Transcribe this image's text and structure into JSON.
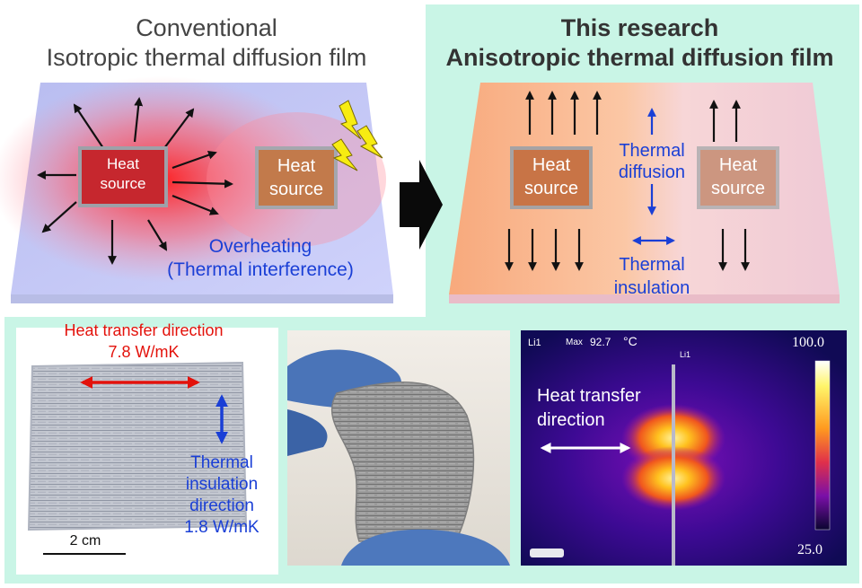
{
  "conventional": {
    "title_line1": "Conventional",
    "title_line2": "Isotropic thermal diffusion film",
    "chip1_line1": "Heat",
    "chip1_line2": "source",
    "chip2_line1": "Heat",
    "chip2_line2": "source",
    "caption_line1": "Overheating",
    "caption_line2": "(Thermal interference)"
  },
  "research": {
    "title_line1": "This research",
    "title_line2": "Anisotropic thermal diffusion film",
    "chip1_line1": "Heat",
    "chip1_line2": "source",
    "chip2_line1": "Heat",
    "chip2_line2": "source",
    "diffusion_line1": "Thermal",
    "diffusion_line2": "diffusion",
    "insulation_line1": "Thermal",
    "insulation_line2": "insulation"
  },
  "sample": {
    "transfer_label": "Heat transfer direction",
    "transfer_value": "7.8 W/mK",
    "insulation_line1": "Thermal",
    "insulation_line2": "insulation",
    "insulation_line3": "direction",
    "insulation_value": "1.8 W/mK",
    "scale_label": "2 cm"
  },
  "thermal_image": {
    "marker": "Li1",
    "max_label": "Max",
    "max_value": "92.7",
    "unit": "°C",
    "line_marker": "Li1",
    "scale_max": "100.0",
    "scale_min": "25.0",
    "label_line1": "Heat transfer",
    "label_line2": "direction"
  },
  "colors": {
    "teal_bg": "#c9f5e6",
    "blue_text": "#1a3fd6",
    "red_text": "#e3120b"
  }
}
